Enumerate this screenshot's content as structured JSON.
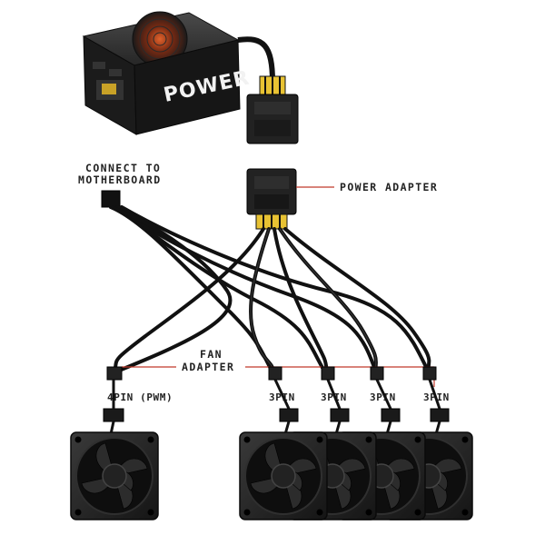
{
  "psu": {
    "brand_text": "POWER"
  },
  "labels": {
    "connect_line1": "CONNECT TO",
    "connect_line2": "MOTHERBOARD",
    "power_adapter": "POWER ADAPTER",
    "fan_adapter_line1": "FAN",
    "fan_adapter_line2": "ADAPTER"
  },
  "fans": [
    {
      "pin_label": "4PIN (PWM)"
    },
    {
      "pin_label": "3PIN"
    },
    {
      "pin_label": "3PIN"
    },
    {
      "pin_label": "3PIN"
    },
    {
      "pin_label": "3PIN"
    }
  ],
  "colors": {
    "leader": "#c0392b",
    "cable": "#111111",
    "body": "#1c1c1c"
  }
}
